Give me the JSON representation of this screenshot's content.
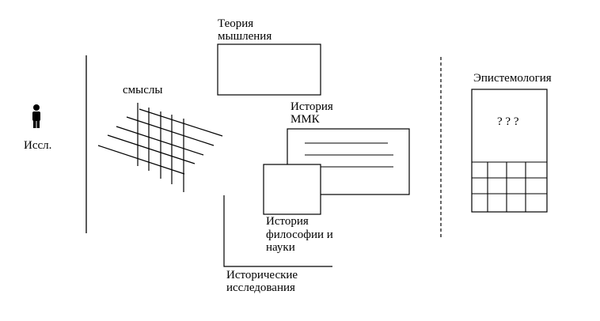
{
  "labels": {
    "researcher": "Иссл.",
    "meanings": "смыслы",
    "thinking_theory_line1": "Теория",
    "thinking_theory_line2": "мышления",
    "mmk_history_line1": "История",
    "mmk_history_line2": "ММК",
    "philosophy_history_line1": "История",
    "philosophy_history_line2": "философии и",
    "philosophy_history_line3": "науки",
    "historical_research_line1": "Исторические",
    "historical_research_line2": "исследования",
    "epistemology": "Эпистемология",
    "epistemology_question": "? ? ?"
  },
  "icons": {
    "researcher": "person-icon"
  },
  "colors": {
    "stroke": "#000000",
    "background": "#ffffff"
  }
}
